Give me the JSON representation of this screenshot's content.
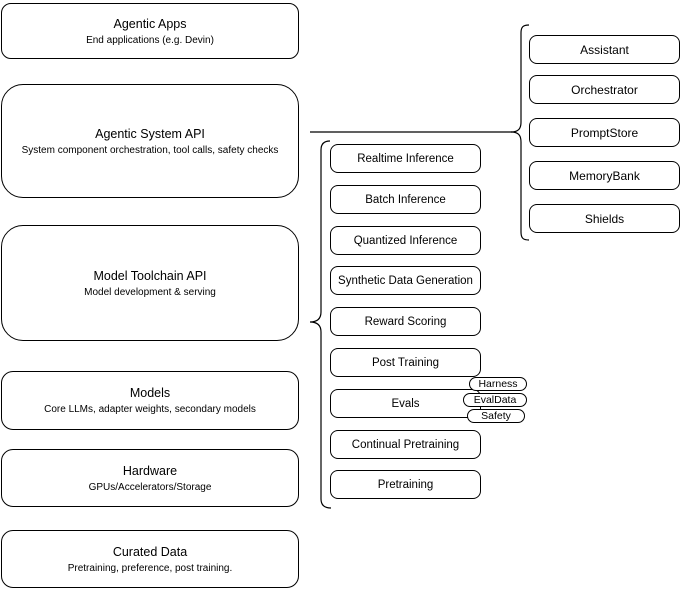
{
  "diagram": {
    "title": "Agentic system stack diagram",
    "colors": {
      "stroke": "#000000",
      "background": "#ffffff",
      "text": "#000000"
    },
    "left_column": [
      {
        "title": "Agentic Apps",
        "subtitle": "End applications (e.g. Devin)"
      },
      {
        "title": "Agentic System API",
        "subtitle": "System component orchestration, tool calls, safety checks"
      },
      {
        "title": "Model Toolchain API",
        "subtitle": "Model development & serving"
      },
      {
        "title": "Models",
        "subtitle": "Core LLMs, adapter weights, secondary models"
      },
      {
        "title": "Hardware",
        "subtitle": "GPUs/Accelerators/Storage"
      },
      {
        "title": "Curated Data",
        "subtitle": "Pretraining, preference, post training."
      }
    ],
    "toolchain_items": [
      "Realtime Inference",
      "Batch Inference",
      "Quantized Inference",
      "Synthetic Data Generation",
      "Reward Scoring",
      "Post Training",
      "Evals",
      "Continual Pretraining",
      "Pretraining"
    ],
    "eval_pills": [
      "Harness",
      "EvalData",
      "Safety"
    ],
    "system_components": [
      "Assistant",
      "Orchestrator",
      "PromptStore",
      "MemoryBank",
      "Shields"
    ]
  }
}
